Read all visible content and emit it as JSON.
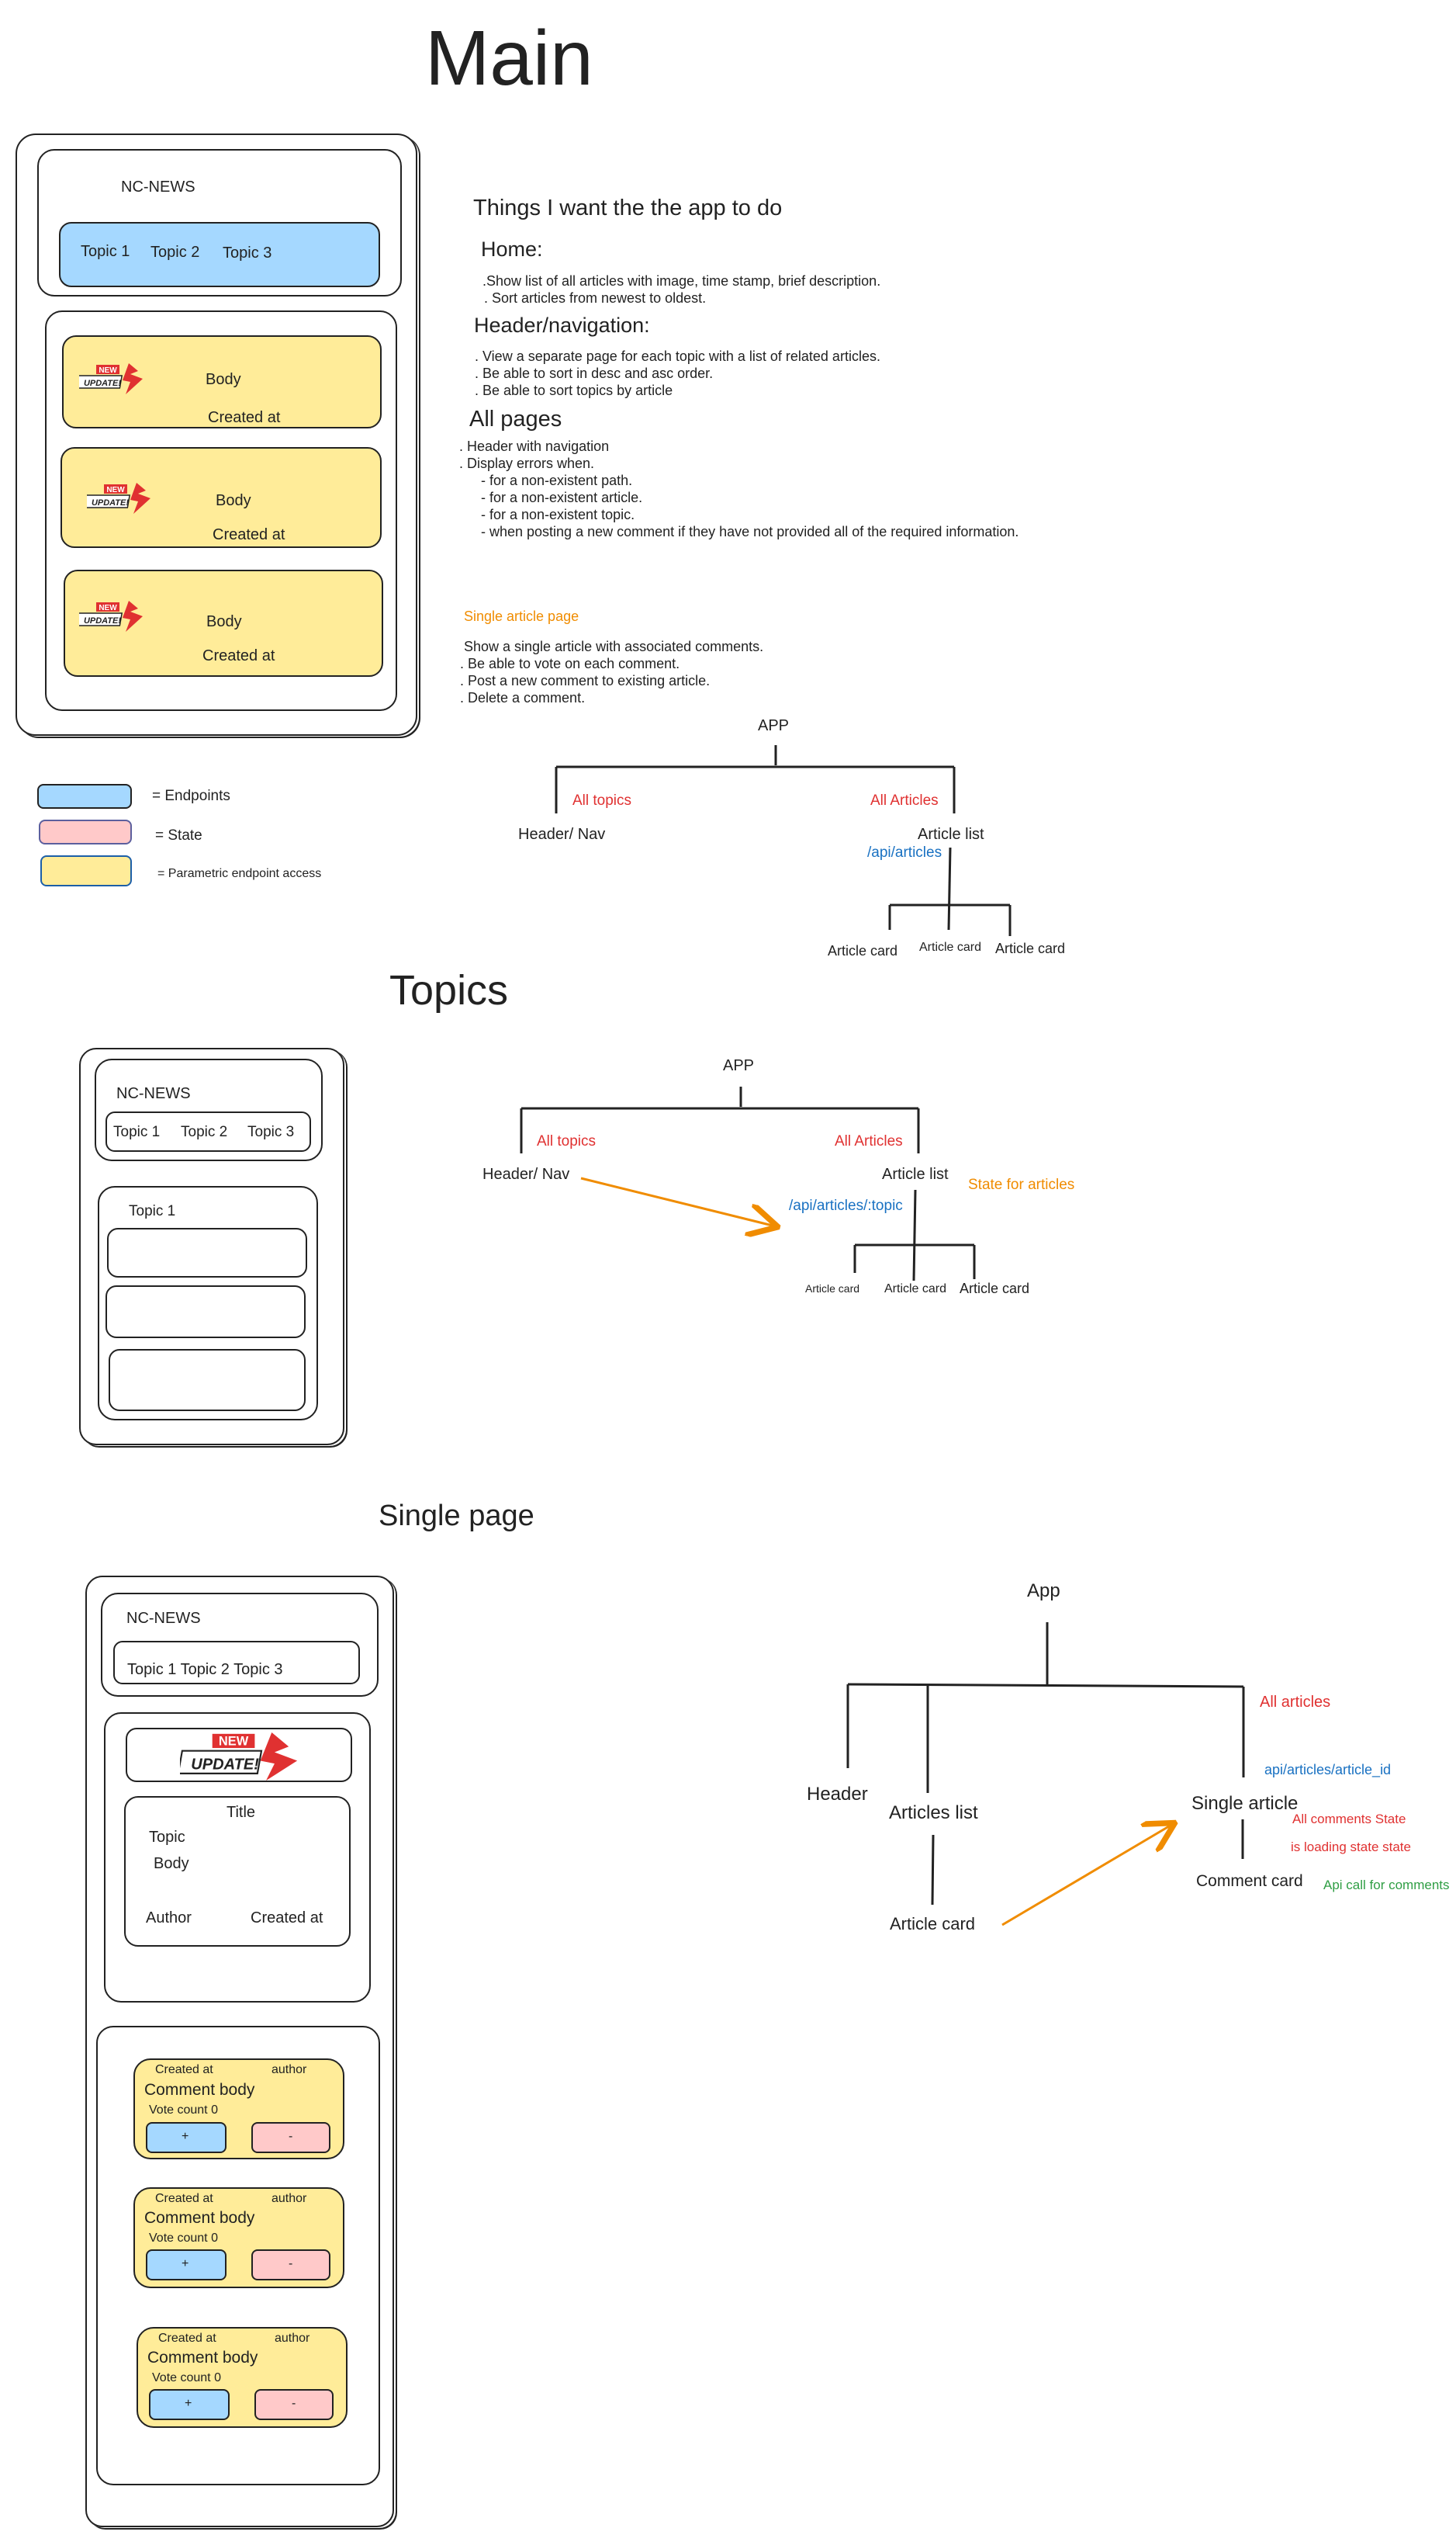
{
  "sections": {
    "main": "Main",
    "topics": "Topics",
    "single": "Single page"
  },
  "colors": {
    "endpoint": "#a5d8ff",
    "state": "#ffc9c9",
    "parametric": "#ffec99",
    "red": "#e03131",
    "orange": "#f08c00",
    "blue": "#1971c2",
    "green": "#2f9e44"
  },
  "main_mock": {
    "brand": "NC-NEWS",
    "topics": [
      "Topic 1",
      "Topic 2",
      "Topic 3"
    ],
    "cards": [
      {
        "body": "Body",
        "created": "Created at"
      },
      {
        "body": "Body",
        "created": "Created at"
      },
      {
        "body": "Body",
        "created": "Created at"
      }
    ],
    "badge_top": "NEW",
    "badge_bottom": "UPDATE!"
  },
  "legend": {
    "endpoints": "= Endpoints",
    "state": "= State",
    "parametric": "= Parametric endpoint access"
  },
  "notes": {
    "heading": "Things I want the the app to do",
    "home_title": "Home:",
    "home_lines": [
      ".Show list of all articles with image, time stamp, brief description.",
      ". Sort articles from newest to oldest."
    ],
    "nav_title": "Header/navigation:",
    "nav_lines": [
      ". View a separate page for each topic with a list of related articles.",
      ". Be able to sort in desc and asc order.",
      ". Be able to sort topics by article"
    ],
    "all_title": "All pages",
    "all_lines": [
      ". Header with navigation",
      ". Display errors when.",
      "- for a non-existent path.",
      "- for a non-existent article.",
      "- for a non-existent topic.",
      "- when posting a new comment if they have not provided all of the required information."
    ],
    "single_title": "Single article page",
    "single_lines": [
      "Show a single article with associated comments.",
      ". Be able to vote on each comment.",
      ". Post a new comment to existing article.",
      ". Delete a comment."
    ]
  },
  "tree1": {
    "app": "APP",
    "all_topics": "All topics",
    "all_articles": "All Articles",
    "header_nav": "Header/ Nav",
    "article_list": "Article list",
    "endpoint": "/api/articles",
    "cards": [
      "Article card",
      "Article card",
      "Article card"
    ]
  },
  "topics_mock": {
    "brand": "NC-NEWS",
    "topics": [
      "Topic 1",
      "Topic 2",
      "Topic 3"
    ],
    "list_title": "Topic 1"
  },
  "tree2": {
    "app": "APP",
    "all_topics": "All topics",
    "all_articles": "All Articles",
    "header_nav": "Header/ Nav",
    "article_list": "Article list",
    "state_note": "State for articles",
    "endpoint": "/api/articles/:topic",
    "cards": [
      "Article card",
      "Article card",
      "Article card"
    ]
  },
  "single_mock": {
    "brand": "NC-NEWS",
    "topics_line": "Topic 1 Topic 2 Topic 3",
    "title": "Title",
    "topic": "Topic",
    "body": "Body",
    "author": "Author",
    "created": "Created at",
    "comments": [
      {
        "created": "Created at",
        "author": "author",
        "body": "Comment body",
        "votes": "Vote count 0",
        "plus": "+",
        "minus": "-"
      },
      {
        "created": "Created at",
        "author": "author",
        "body": "Comment body",
        "votes": "Vote count 0",
        "plus": "+",
        "minus": "-"
      },
      {
        "created": "Created at",
        "author": "author",
        "body": "Comment body",
        "votes": "Vote count 0",
        "plus": "+",
        "minus": "-"
      }
    ]
  },
  "tree3": {
    "app": "App",
    "all_articles": "All articles",
    "header": "Header",
    "articles_list": "Articles list",
    "single_article": "Single article",
    "endpoint": "api/articles/article_id",
    "comments_state": "All comments State",
    "loading_state": "is loading state state",
    "comment_card": "Comment card",
    "api_comments": "Api call for comments",
    "article_card": "Article card"
  }
}
